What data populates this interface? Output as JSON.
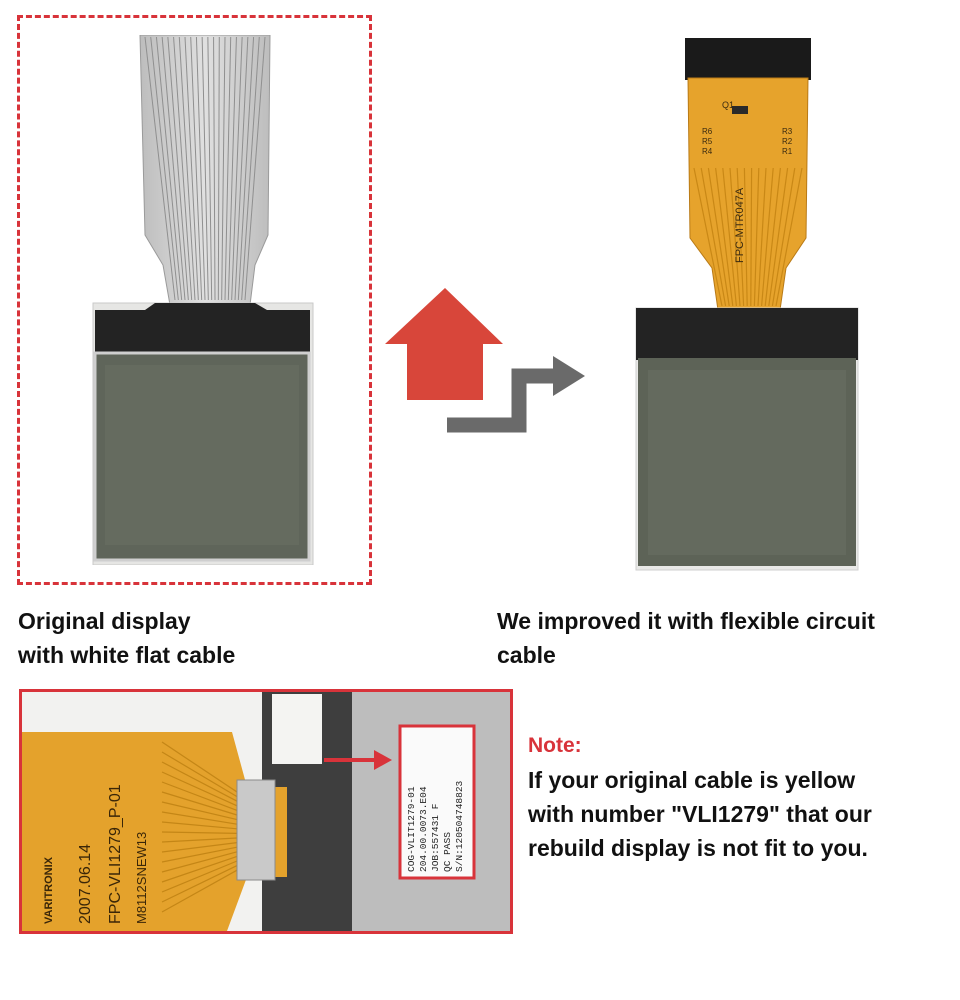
{
  "colors": {
    "accent_red": "#d8333a",
    "arrow_gray": "#666666",
    "pcb_orange": "#e6a32c",
    "lcd_gray": "#5d6357"
  },
  "captions": {
    "original_line1": "Original display",
    "original_line2": "with white flat cable",
    "improved_line1": "We improved it with flexible circuit",
    "improved_line2": "cable"
  },
  "note": {
    "title": "Note:",
    "line1": "If your original cable is yellow",
    "line2": "with number \"VLI1279\" that our",
    "line3": "rebuild display is not fit to you."
  },
  "improved_pcb": {
    "model_label": "FPC-MTR047A",
    "q_label": "Q1",
    "left_labels": [
      "R6",
      "R5",
      "R4"
    ],
    "right_labels": [
      "R3",
      "R2",
      "R1"
    ]
  },
  "detail": {
    "brand": "VARITRONIX",
    "date": "2007.06.14",
    "part_number": "FPC-VLI1279_P-01",
    "batch": "M8112SNEW13",
    "label_lines": [
      "COG-VLIT1279-01",
      "204.00.0073.E04",
      "JOB:557431  F",
      "QC PASS",
      "S/N:120504748823"
    ]
  },
  "icons": [
    "upgrade-arrow-icon",
    "right-step-arrow-icon"
  ]
}
